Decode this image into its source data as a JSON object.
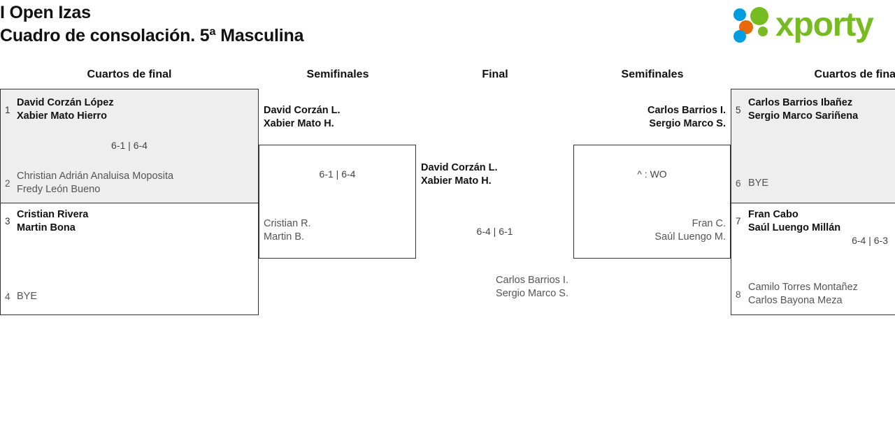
{
  "header": {
    "tournament": "I Open Izas",
    "draw": "Cuadro de consolación. 5ª Masculina",
    "logo_word": "xporty",
    "logo_colors": {
      "green": "#76bc21",
      "blue": "#009ee0",
      "orange": "#e8690b"
    }
  },
  "rounds": [
    {
      "label": "Cuartos de final"
    },
    {
      "label": "Semifinales"
    },
    {
      "label": "Final"
    },
    {
      "label": "Semifinales"
    },
    {
      "label": "Cuartos de final"
    }
  ],
  "matches": {
    "left_qf1": {
      "seed_top": "1",
      "top_line1": "David Corzán López",
      "top_line2": "Xabier Mato Hierro",
      "seed_bottom": "2",
      "bottom_line1": "Christian Adrián Analuisa Moposita",
      "bottom_line2": "Fredy León Bueno",
      "score": "6-1 | 6-4"
    },
    "left_qf2": {
      "seed_top": "3",
      "top_line1": "Cristian Rivera",
      "top_line2": "Martin Bona",
      "seed_bottom": "4",
      "bottom_line1": "BYE",
      "bottom_line2": "",
      "score": ""
    },
    "left_sf": {
      "winner_line1": "David Corzán L.",
      "winner_line2": "Xabier Mato H.",
      "loser_line1": "Cristian R.",
      "loser_line2": "Martin B.",
      "score": "6-1 | 6-4"
    },
    "final": {
      "winner_line1": "David Corzán L.",
      "winner_line2": "Xabier Mato H.",
      "loser_line1": "Carlos Barrios I.",
      "loser_line2": "Sergio Marco S.",
      "score": "6-4 | 6-1"
    },
    "right_sf": {
      "winner_line1": "Carlos Barrios I.",
      "winner_line2": "Sergio Marco S.",
      "loser_line1": "Fran C.",
      "loser_line2": "Saúl Luengo M.",
      "score": "^ : WO"
    },
    "right_qf1": {
      "seed_top": "5",
      "top_line1": "Carlos Barrios Ibañez",
      "top_line2": "Sergio Marco Sariñena",
      "seed_bottom": "6",
      "bottom_line1": "BYE",
      "bottom_line2": "",
      "score": ""
    },
    "right_qf2": {
      "seed_top": "7",
      "top_line1": "Fran Cabo",
      "top_line2": "Saúl Luengo Millán",
      "seed_bottom": "8",
      "bottom_line1": "Camilo Torres Montañez",
      "bottom_line2": "Carlos Bayona Meza",
      "score": "6-4 | 6-3"
    }
  }
}
